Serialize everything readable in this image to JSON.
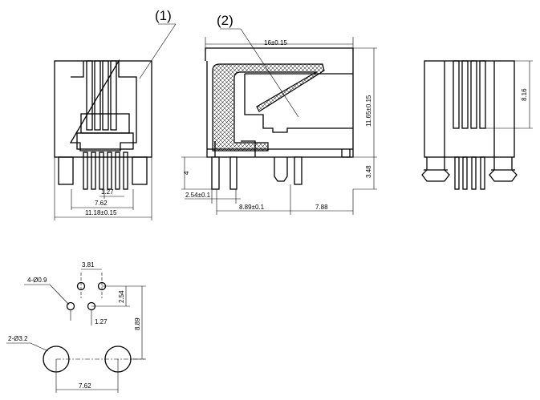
{
  "callouts": {
    "c1": "(1)",
    "c2": "(2)"
  },
  "dims": {
    "width_side": "16±0.15",
    "height_side": "11.65±0.15",
    "d_348": "3.48",
    "d_4": "4",
    "d_254b": "2.54±0.1",
    "d_889b": "8.89±0.1",
    "d_788": "7.88",
    "d_816": "8.16",
    "d_762": "7.62",
    "d_127": "1.27",
    "d_1118": "11.18±0.15",
    "d_381": "3.81",
    "d_hole09": "4-Ø0.9",
    "d_254": "2.54",
    "d_127b": "1.27",
    "d_889": "8.89",
    "d_hole32": "2-Ø3.2",
    "d_762b": "7.62"
  },
  "colors": {
    "line": "#000000",
    "background": "#ffffff"
  }
}
